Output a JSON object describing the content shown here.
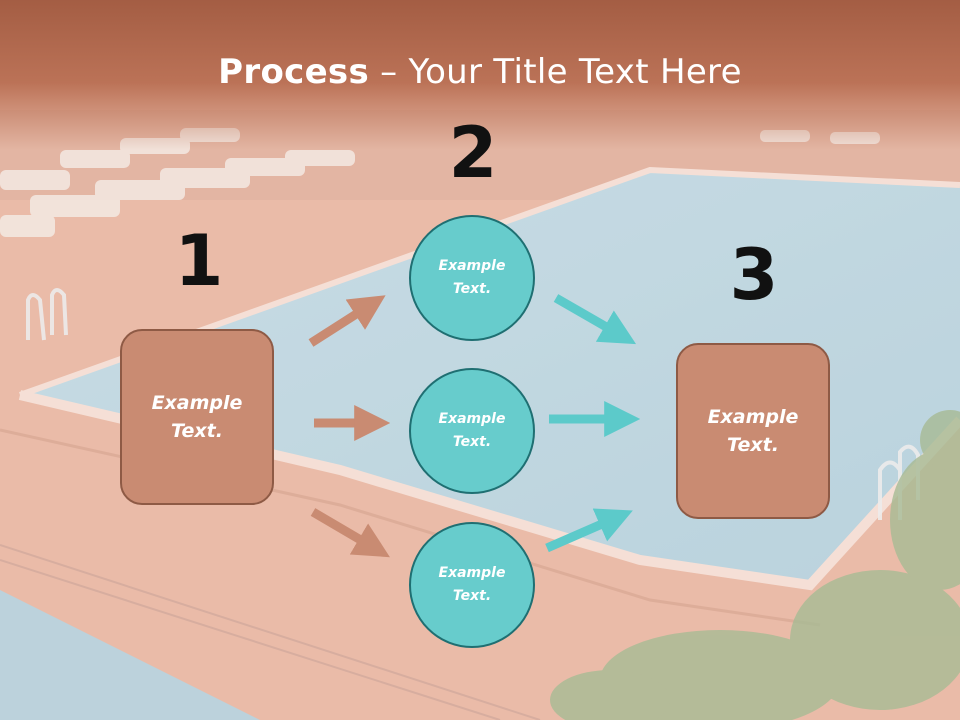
{
  "slide": {
    "title_bold": "Process",
    "title_rest": " – Your Title Text Here",
    "numbers": [
      "1",
      "2",
      "3"
    ],
    "left_box": "Example Text.",
    "circles": [
      "Example Text.",
      "Example Text.",
      "Example Text."
    ],
    "right_box": "Example Text."
  },
  "colors": {
    "box_fill": "#c98b72",
    "circle_fill": "#67cccc",
    "arrow_left": "#c98b72",
    "arrow_right": "#5ccaca",
    "title_bar": "#b46a4e"
  }
}
